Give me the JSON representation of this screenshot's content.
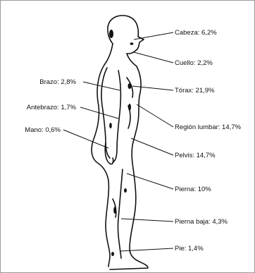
{
  "labels": {
    "cabeza": "Cabeza: 6,2%",
    "cuello": "Cuello: 2,2%",
    "torax": "Tórax: 21,9%",
    "lumbar": "Región lumbar: 14,7%",
    "pelvis": "Pelvis: 14,7%",
    "pierna": "Pierna: 10%",
    "pierna_baja": "Pierna baja: 4,3%",
    "pie": "Pie: 1,4%",
    "brazo": "Brazo: 2,8%",
    "antebrazo": "Antebrazo: 1,7%",
    "mano": "Mano: 0,6%"
  },
  "colors": {
    "line": "#111111",
    "background": "#ffffff"
  }
}
